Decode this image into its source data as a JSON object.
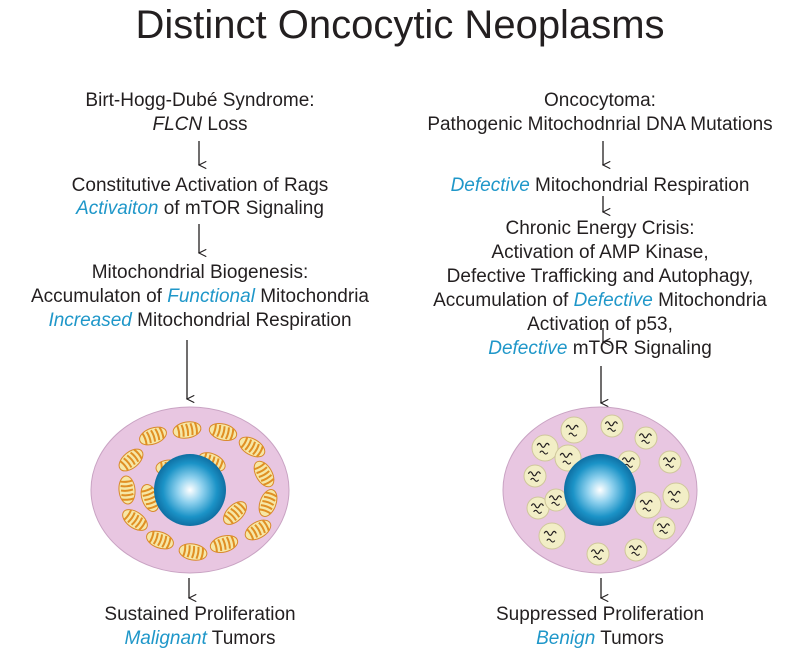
{
  "title": "Distinct Oncocytic Neoplasms",
  "colors": {
    "highlight": "#1f97c9",
    "text": "#231f20",
    "cell": "#e8c6e1",
    "nucleus": "#1b93c7",
    "mito_functional": "#e39a2a",
    "mito_defective": "#f2eec6"
  },
  "left": {
    "line1": "Birt-Hogg-Dubé Syndrome:",
    "line2_italic": "FLCN",
    "line2_rest": " Loss",
    "line3": "Constitutive Activation of Rags",
    "line4_hl": "Activaiton",
    "line4_rest": " of mTOR Signaling",
    "line5": "Mitochondrial Biogenesis:",
    "line6_pre": "Accumulaton of ",
    "line6_hl": "Functional",
    "line6_post": " Mitochondria",
    "line7_hl": "Increased",
    "line7_rest": " Mitochondrial Respiration",
    "line8": "Sustained Proliferation",
    "line9_hl": "Malignant",
    "line9_rest": " Tumors"
  },
  "right": {
    "line1": "Oncocytoma:",
    "line2": "Pathogenic Mitochodnrial DNA Mutations",
    "line3_hl": "Defective",
    "line3_rest": " Mitochondrial Respiration",
    "line4": "Chronic Energy Crisis:",
    "line5": "Activation of AMP Kinase,",
    "line6": "Defective Trafficking and Autophagy,",
    "line7_pre": "Accumulation of ",
    "line7_hl": "Defective",
    "line7_post": " Mitochondria",
    "line8": "Activation of p53,",
    "line9_hl": "Defective",
    "line9_rest": " mTOR Signaling",
    "line10": "Suppressed Proliferation",
    "line11_hl": "Benign",
    "line11_rest": " Tumors"
  }
}
